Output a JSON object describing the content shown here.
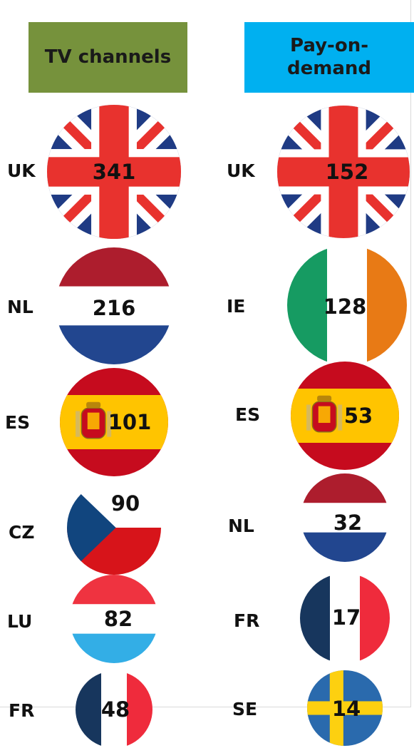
{
  "headers": {
    "tv": {
      "line1": "TV channels",
      "color": "#76923c"
    },
    "pod": {
      "line1": "Pay-on-",
      "line2": "demand",
      "color": "#00b0f0"
    }
  },
  "chart_data": [
    {
      "type": "table",
      "title": "TV channels",
      "categories": [
        "UK",
        "NL",
        "ES",
        "CZ",
        "LU",
        "FR"
      ],
      "values": [
        341,
        216,
        101,
        90,
        82,
        48
      ]
    },
    {
      "type": "table",
      "title": "Pay-on-demand",
      "categories": [
        "UK",
        "IE",
        "ES",
        "NL",
        "FR",
        "SE"
      ],
      "values": [
        152,
        128,
        53,
        32,
        17,
        14
      ]
    }
  ],
  "flag_colors": {
    "uk_blue": "#1f3b84",
    "uk_red": "#e8322e",
    "white": "#ffffff",
    "nl_red": "#ad1d2d",
    "nl_blue": "#22468f",
    "ie_green": "#169b62",
    "ie_orange": "#e87a15",
    "es_red": "#c60b1e",
    "es_yellow": "#ffc400",
    "cz_blue": "#11457e",
    "cz_red": "#d7141a",
    "lu_red": "#ef3340",
    "lu_blue": "#33aee6",
    "fr_blue": "#17365d",
    "fr_red": "#ef2b3c",
    "se_blue": "#2a6aad",
    "se_yellow": "#fdd010"
  }
}
